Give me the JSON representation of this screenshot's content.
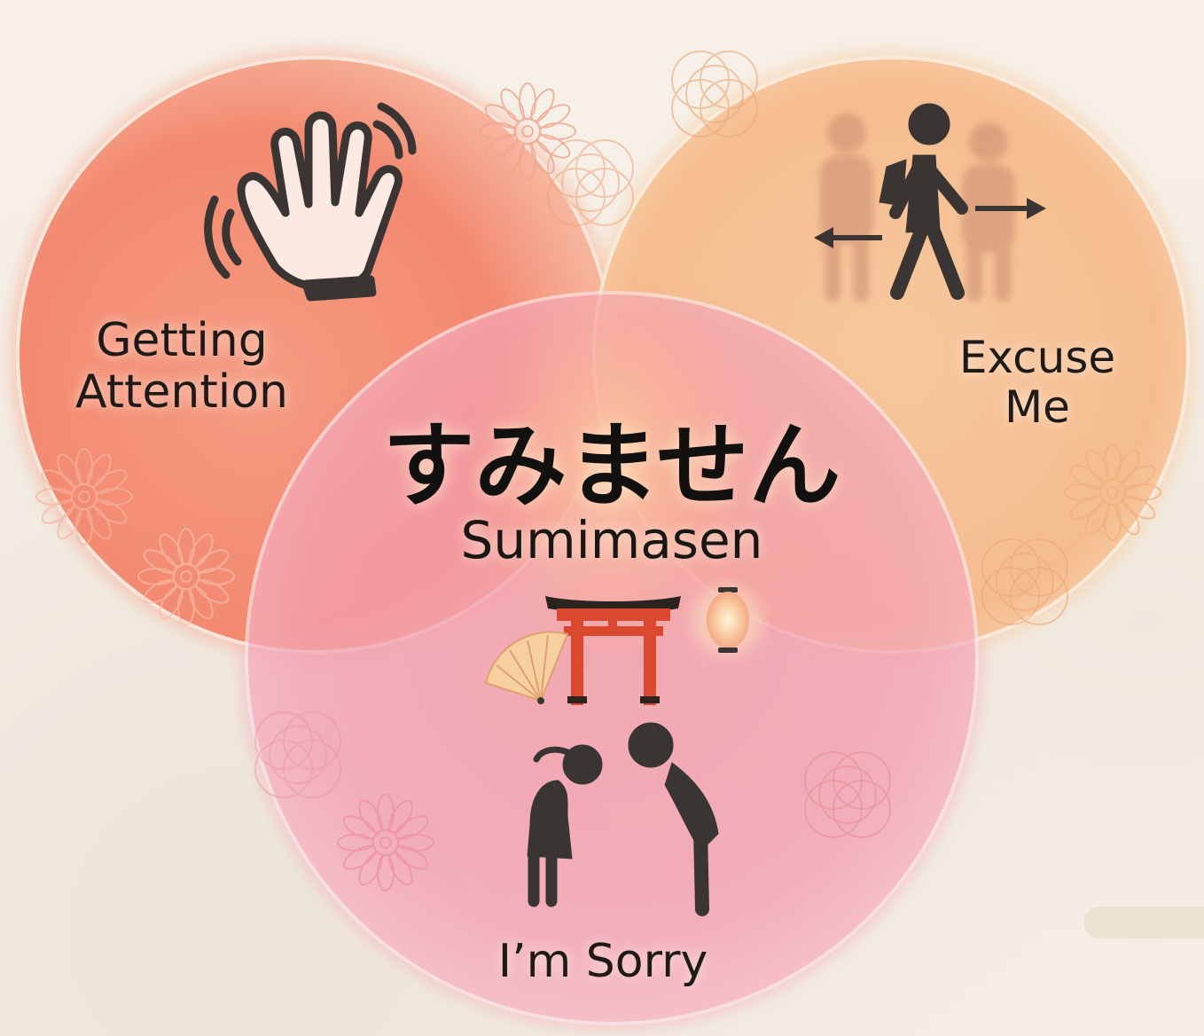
{
  "title": {
    "japanese": "すみません",
    "romaji": "Sumimasen"
  },
  "circles": [
    {
      "label_lines": [
        "Getting",
        "Attention"
      ],
      "icon": "waving-hand-icon",
      "color": "#f38a7a"
    },
    {
      "label_lines": [
        "Excuse",
        "Me"
      ],
      "icon": "walking-past-people-icon",
      "color": "#f7c08f"
    },
    {
      "label_lines": [
        "I’m Sorry"
      ],
      "icon": "bowing-people-icon",
      "color": "#f29ab0"
    }
  ],
  "center_icons": [
    "torii-gate-icon",
    "folding-fan-icon",
    "paper-lantern-icon"
  ],
  "colors": {
    "background": "#f6f0e8",
    "text": "#1f1a17",
    "icon": "#3a3533",
    "torii": "#d9482f"
  }
}
